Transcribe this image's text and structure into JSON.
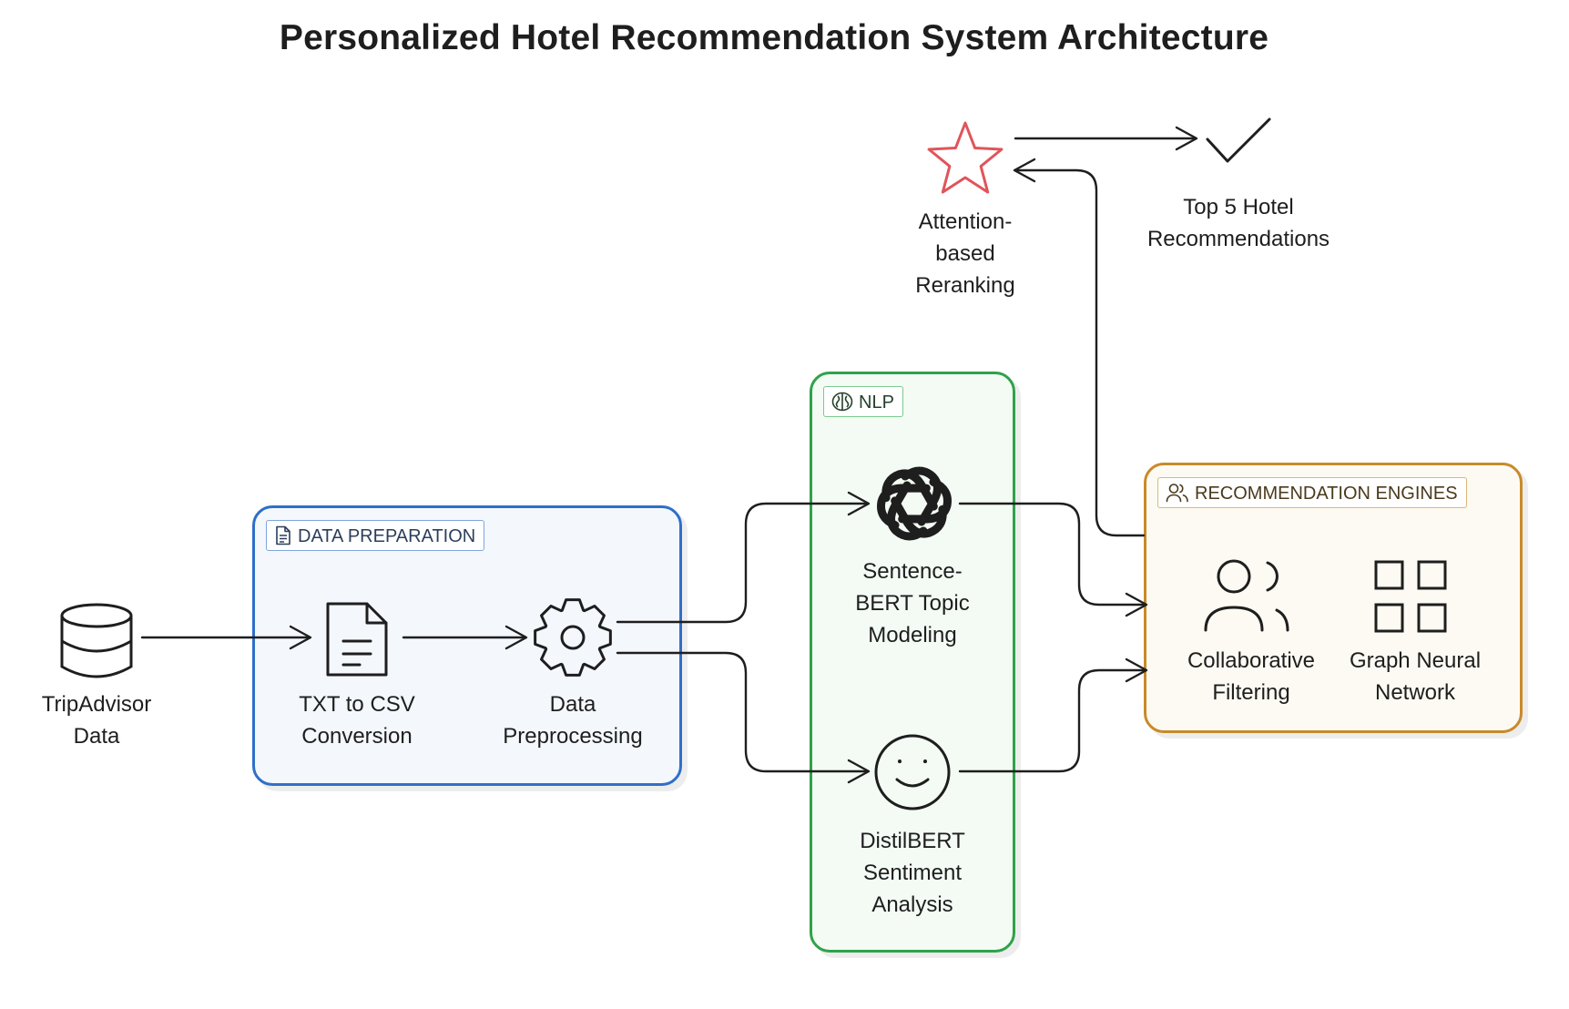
{
  "title": "Personalized Hotel Recommendation System Architecture",
  "groups": {
    "data_preparation": "DATA PREPARATION",
    "nlp": "NLP",
    "recommendation_engines": "RECOMMENDATION ENGINES"
  },
  "nodes": {
    "tripadvisor": "TripAdvisor\nData",
    "txt_to_csv": "TXT to CSV\nConversion",
    "preprocessing": "Data\nPreprocessing",
    "sbert": "Sentence-\nBERT Topic\nModeling",
    "distilbert": "DistilBERT\nSentiment\nAnalysis",
    "collaborative": "Collaborative\nFiltering",
    "gnn": "Graph Neural\nNetwork",
    "reranking": "Attention-\nbased\nReranking",
    "top5": "Top 5 Hotel\nRecommendations"
  },
  "icons": {
    "tripadvisor": "database-icon",
    "txt_to_csv": "document-icon",
    "preprocessing": "gear-icon",
    "sbert": "openai-icon",
    "distilbert": "smiley-icon",
    "collaborative": "users-icon",
    "gnn": "grid-icon",
    "reranking": "star-icon",
    "top5": "checkmark-icon"
  },
  "colors": {
    "data_preparation": "#2f6fc7",
    "nlp": "#2fa24a",
    "recommendation_engines": "#c88a2a",
    "star": "#e0555a"
  }
}
